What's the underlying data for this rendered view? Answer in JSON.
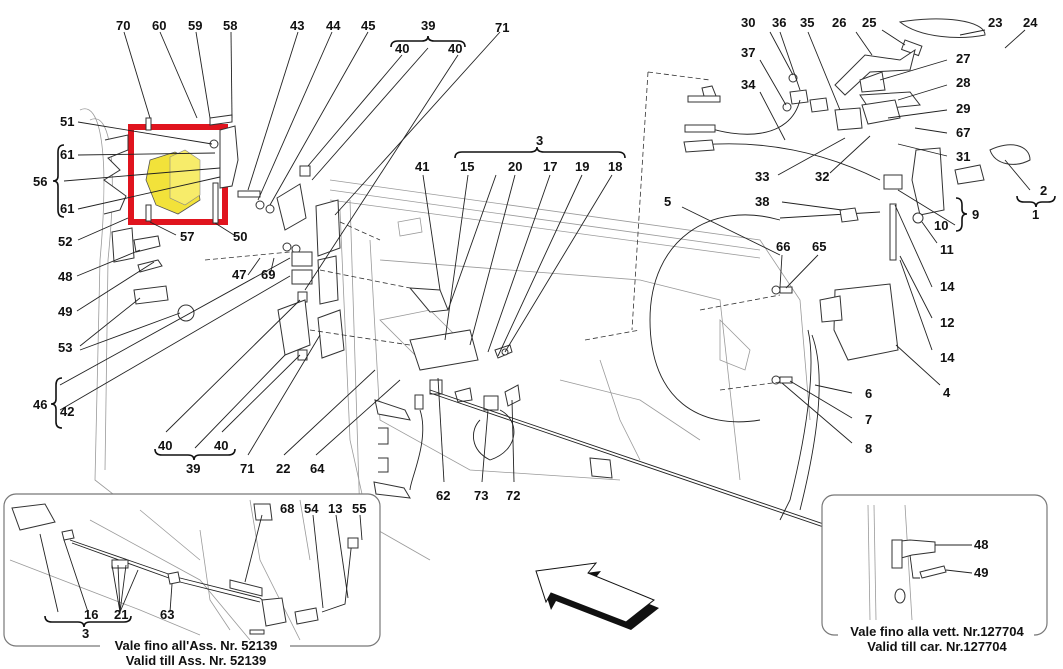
{
  "diagram": {
    "type": "exploded-parts-diagram",
    "subject": "Door hinges, lock and opening control mechanism",
    "highlight": {
      "color": "#e0141e",
      "fill_color": "#f2e23a",
      "parts": [
        "56",
        "61"
      ]
    },
    "callouts": {
      "c70": "70",
      "c60": "60",
      "c59": "59",
      "c58": "58",
      "c51": "51",
      "c61a": "61",
      "c56": "56",
      "c61b": "61",
      "c52": "52",
      "c57": "57",
      "c50": "50",
      "c48": "48",
      "c49": "49",
      "c53": "53",
      "c46": "46",
      "c42": "42",
      "c47": "47",
      "c69": "69",
      "c40a": "40",
      "c40b": "40",
      "c39b": "39",
      "c71b": "71",
      "c22": "22",
      "c64": "64",
      "c43": "43",
      "c44": "44",
      "c45": "45",
      "c39t": "39",
      "c40t1": "40",
      "c40t2": "40",
      "c71t": "71",
      "c3": "3",
      "c41": "41",
      "c15": "15",
      "c20": "20",
      "c17": "17",
      "c19": "19",
      "c18": "18",
      "c62": "62",
      "c73": "73",
      "c72": "72",
      "c30": "30",
      "c36": "36",
      "c35": "35",
      "c26": "26",
      "c25": "25",
      "c23": "23",
      "c24": "24",
      "c37": "37",
      "c34": "34",
      "c27": "27",
      "c28": "28",
      "c29": "29",
      "c67": "67",
      "c31": "31",
      "c33": "33",
      "c32": "32",
      "c38": "38",
      "c10": "10",
      "c9": "9",
      "c2": "2",
      "c1": "1",
      "c5": "5",
      "c66": "66",
      "c65": "65",
      "c11": "11",
      "c14a": "14",
      "c12": "12",
      "c14b": "14",
      "c4": "4",
      "c6": "6",
      "c7": "7",
      "c8": "8"
    }
  },
  "inset_left": {
    "callouts": {
      "c68": "68",
      "c54": "54",
      "c13": "13",
      "c55": "55",
      "c16": "16",
      "c21": "21",
      "c63": "63",
      "c3": "3"
    },
    "caption_it": "Vale fino all'Ass. Nr. 52139",
    "caption_en": "Valid till Ass. Nr. 52139"
  },
  "inset_right": {
    "callouts": {
      "c48": "48",
      "c49": "49"
    },
    "caption_it": "Vale fino alla vett. Nr.127704",
    "caption_en": "Valid till car. Nr.127704"
  },
  "direction_arrow": {
    "icon": "direction-arrow-icon"
  }
}
